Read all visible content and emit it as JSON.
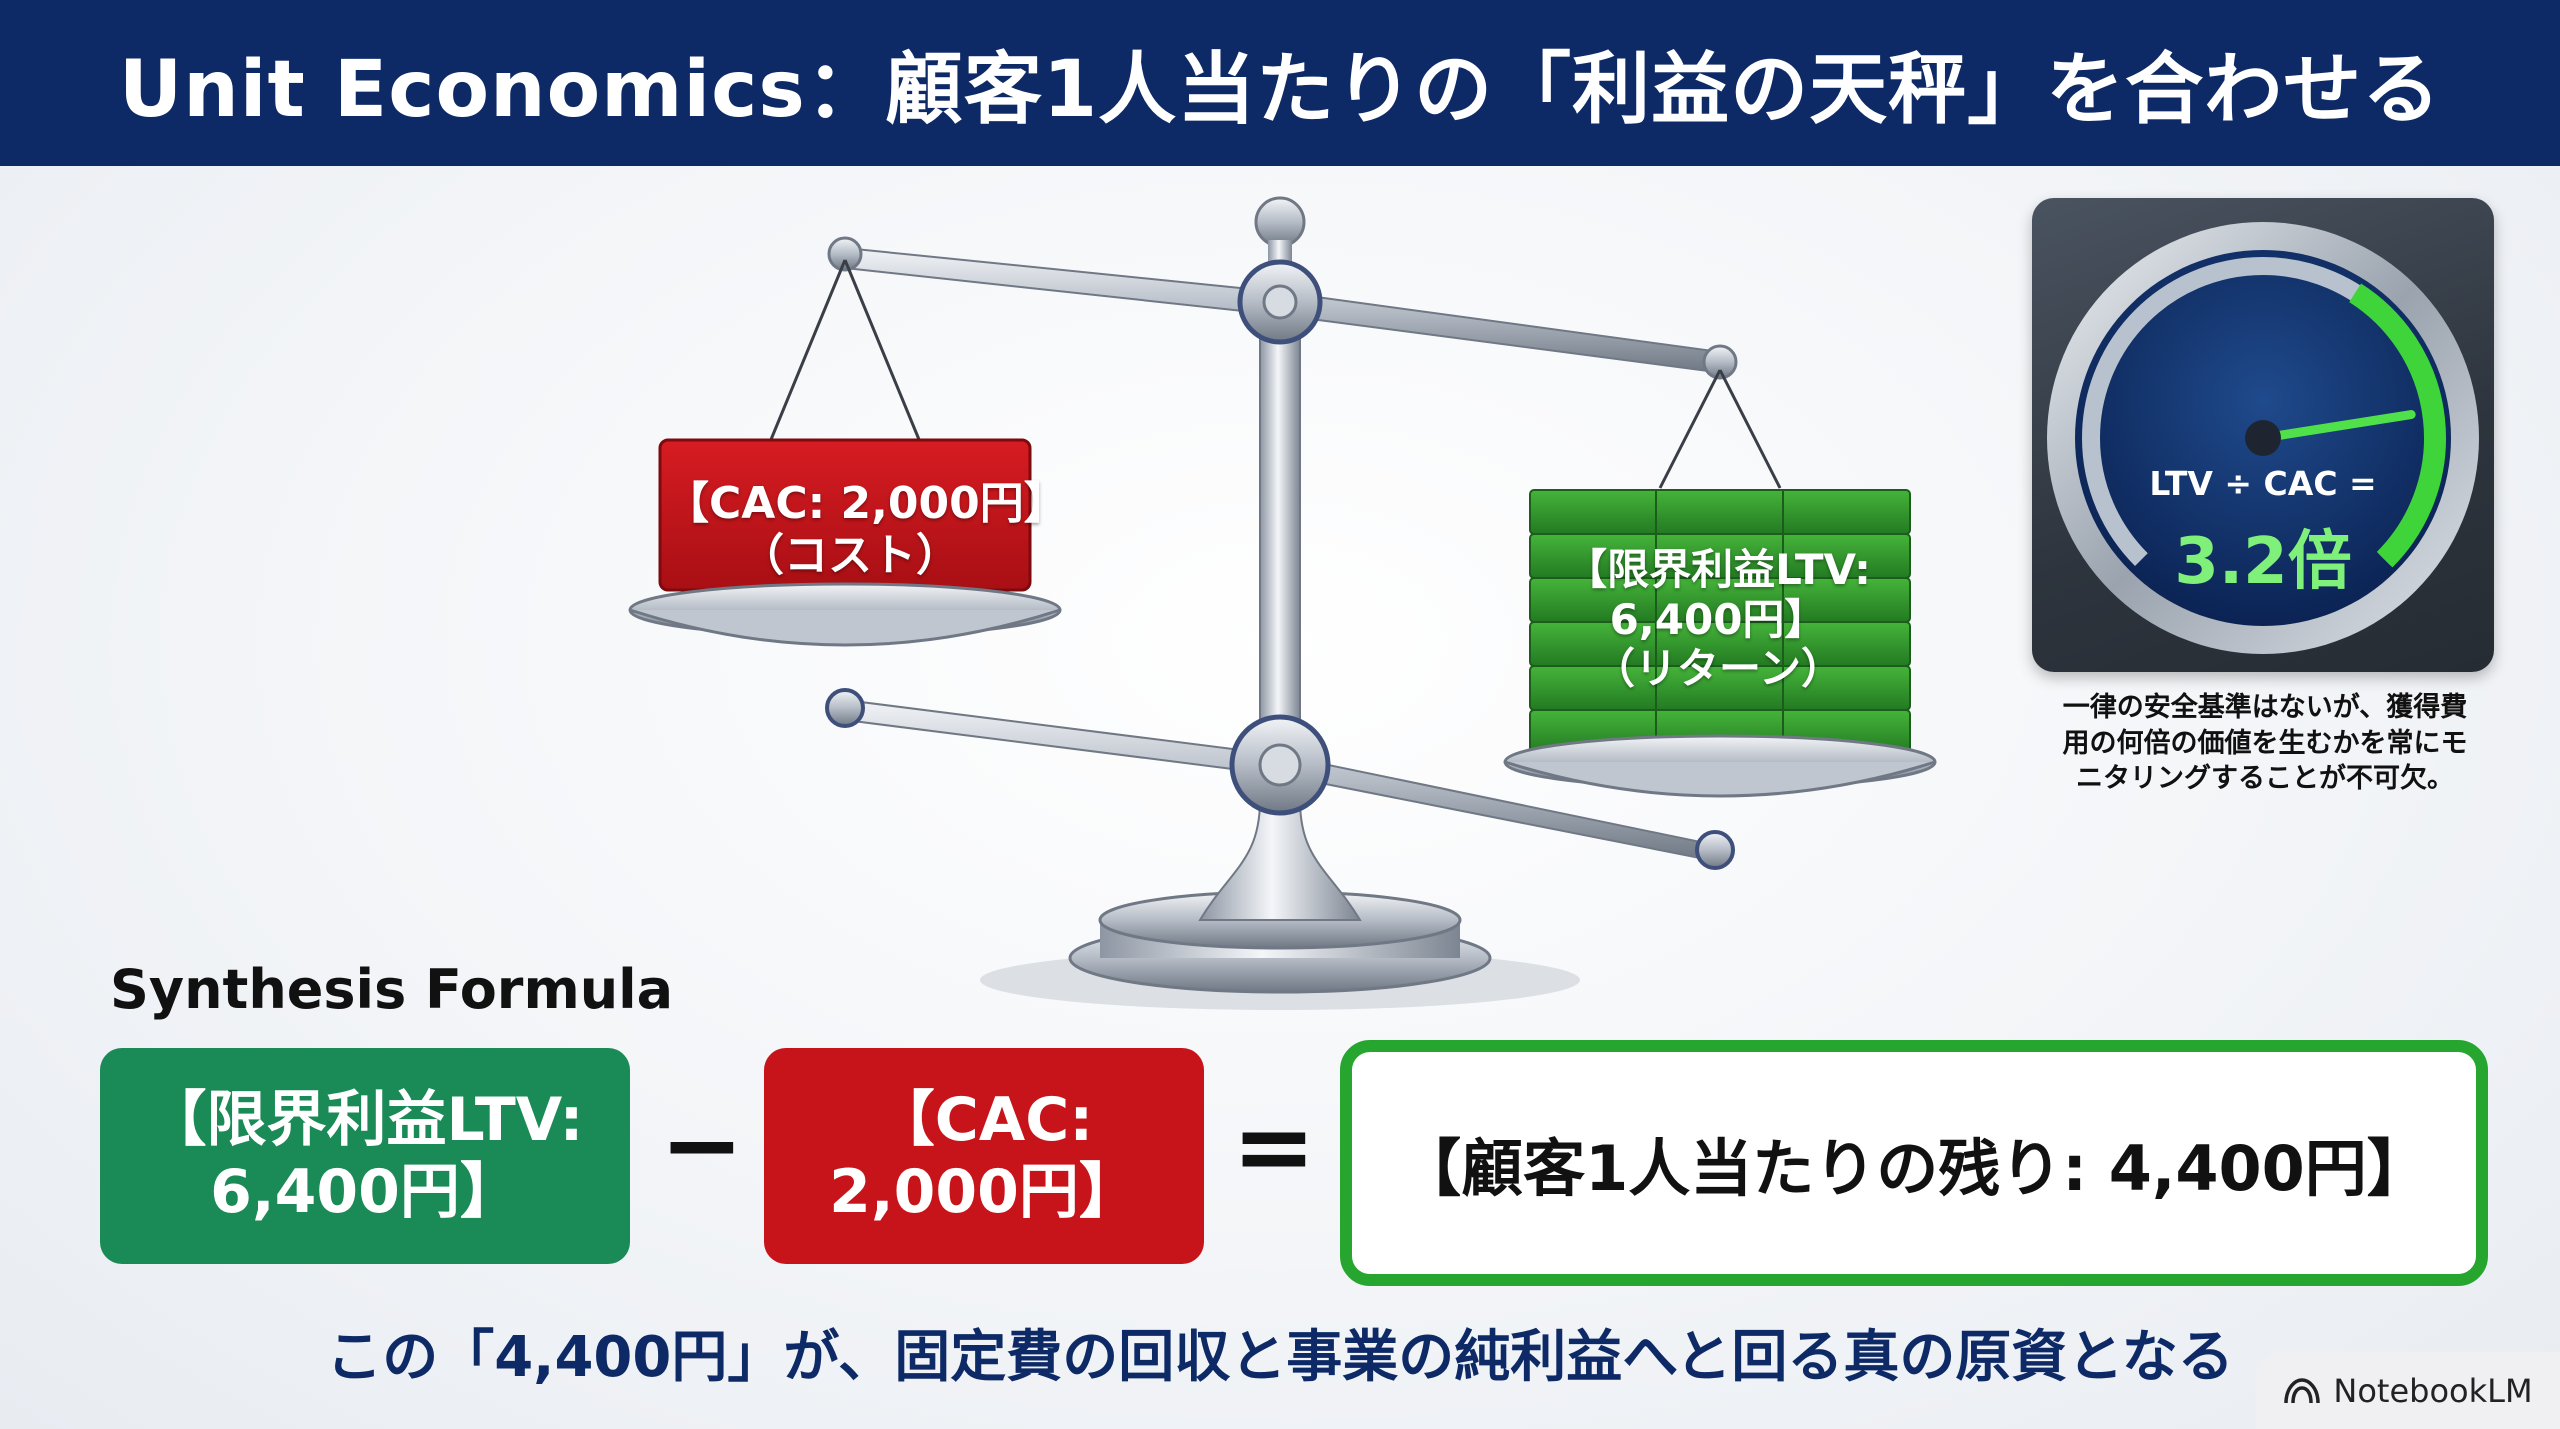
{
  "header": {
    "title": "Unit Economics：顧客1人当たりの「利益の天秤」を合わせる"
  },
  "scale": {
    "cac_lines": [
      "【CAC: 2,000円】",
      "（コスト）"
    ],
    "ltv_lines": [
      "【限界利益LTV:",
      "6,400円】",
      "（リターン）"
    ]
  },
  "gauge": {
    "formula": "LTV ÷ CAC =",
    "value": "3.2倍",
    "ratio_fraction": 0.8,
    "note_lines": [
      "一律の安全基準はないが、獲得費",
      "用の何倍の価値を生むかを常にモ",
      "ニタリングすることが不可欠。"
    ]
  },
  "formula": {
    "label": "Synthesis Formula",
    "ltv_lines": [
      "【限界利益LTV:",
      "6,400円】"
    ],
    "minus": "−",
    "cac_lines": [
      "【CAC:",
      "2,000円】"
    ],
    "equals": "=",
    "result": "【顧客1人当たりの残り: 4,400円】"
  },
  "bottom_text": "この「4,400円」が、固定費の回収と事業の純利益へと回る真の原資となる",
  "brand": {
    "name": "NotebookLM"
  },
  "colors": {
    "header_bg": "#0e2a66",
    "cost_red": "#c7141a",
    "ltv_green": "#1a8a56",
    "result_border": "#27a62f",
    "gauge_green": "#3fd43a"
  }
}
